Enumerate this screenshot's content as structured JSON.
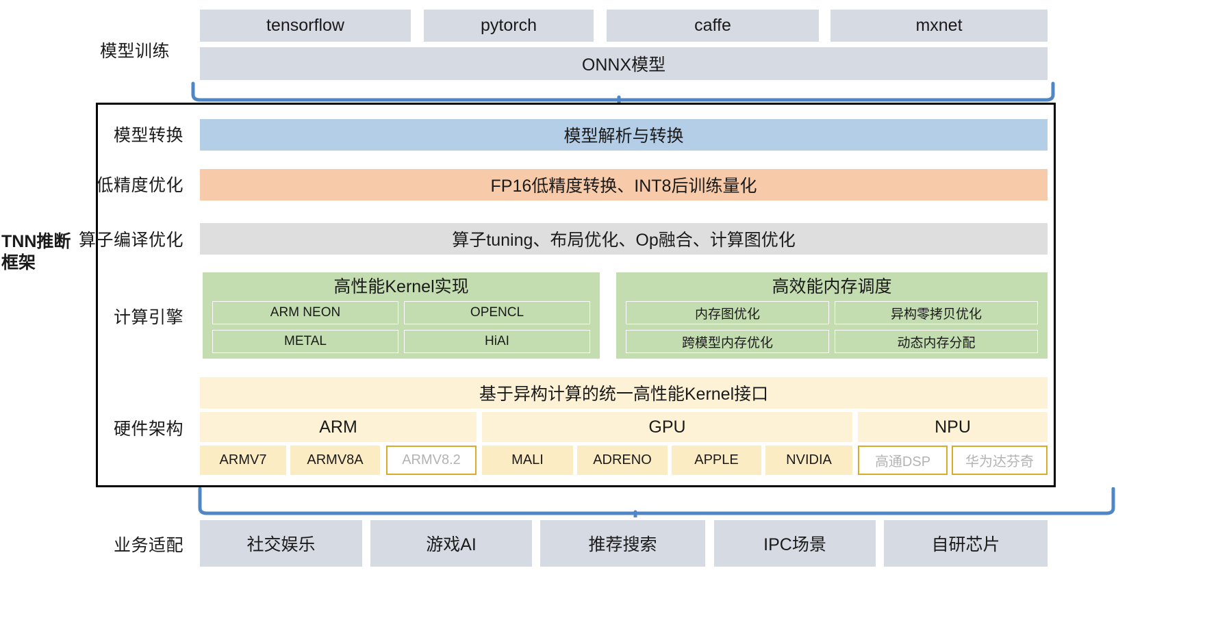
{
  "title_label": "TNN推断框架",
  "colors": {
    "framework_gray": "#d6dae3",
    "convert_blue": "#b4cee8",
    "precision_orange": "#f7cba9",
    "compile_gray": "#dedede",
    "engine_green": "#c3dcb0",
    "hardware_cream": "#fdf2d6",
    "chip_cream": "#fcecc4",
    "chip_outline": "#d9ab27",
    "bracket_blue": "#4f86c6",
    "frame_border": "#000000"
  },
  "rows": {
    "training": {
      "label": "模型训练",
      "frameworks": [
        "tensorflow",
        "pytorch",
        "caffe",
        "mxnet"
      ],
      "model_bar": "ONNX模型"
    },
    "conversion": {
      "label": "模型转换",
      "bar": "模型解析与转换"
    },
    "low_precision": {
      "label": "低精度优化",
      "bar": "FP16低精度转换、INT8后训练量化"
    },
    "operator_compile": {
      "label": "算子编译优化",
      "bar": "算子tuning、布局优化、Op融合、计算图优化"
    },
    "compute_engine": {
      "label": "计算引擎",
      "groups": [
        {
          "title": "高性能Kernel实现",
          "items": [
            "ARM NEON",
            "OPENCL",
            "METAL",
            "HiAI"
          ]
        },
        {
          "title": "高效能内存调度",
          "items": [
            "内存图优化",
            "异构零拷贝优化",
            "跨模型内存优化",
            "动态内存分配"
          ]
        }
      ]
    },
    "hardware": {
      "label": "硬件架构",
      "kernel_interface": "基于异构计算的统一高性能Kernel接口",
      "categories": [
        {
          "name": "ARM",
          "chips": [
            {
              "label": "ARMV7",
              "style": "filled"
            },
            {
              "label": "ARMV8A",
              "style": "filled"
            },
            {
              "label": "ARMV8.2",
              "style": "outline"
            }
          ]
        },
        {
          "name": "GPU",
          "chips": [
            {
              "label": "MALI",
              "style": "filled"
            },
            {
              "label": "ADRENO",
              "style": "filled"
            },
            {
              "label": "APPLE",
              "style": "filled"
            },
            {
              "label": "NVIDIA",
              "style": "filled"
            }
          ]
        },
        {
          "name": "NPU",
          "chips": [
            {
              "label": "高通DSP",
              "style": "outline"
            },
            {
              "label": "华为达芬奇",
              "style": "outline"
            }
          ]
        }
      ]
    },
    "business": {
      "label": "业务适配",
      "items": [
        "社交娱乐",
        "游戏AI",
        "推荐搜索",
        "IPC场景",
        "自研芯片"
      ]
    }
  }
}
